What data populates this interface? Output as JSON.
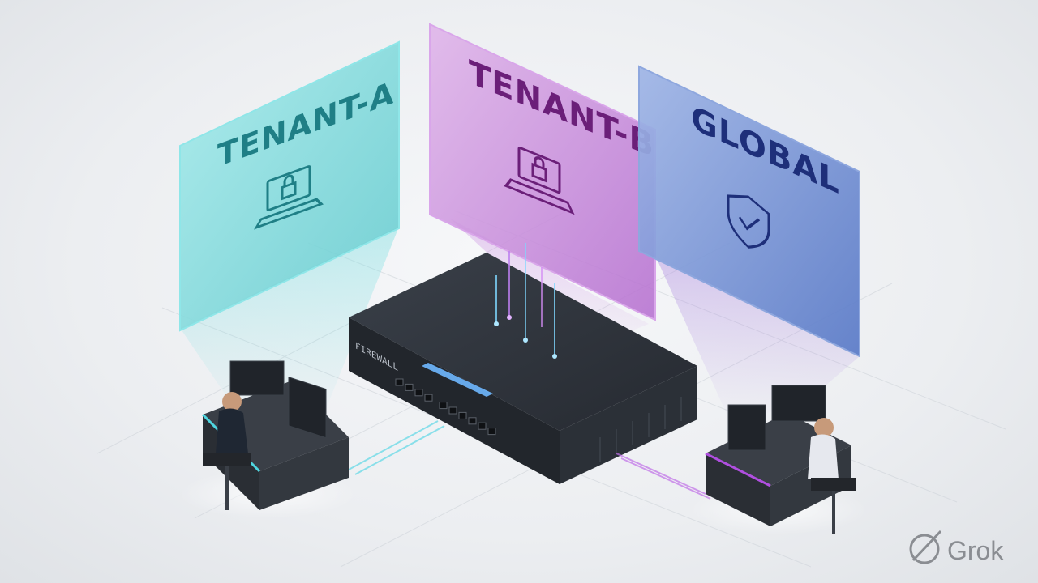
{
  "panels": [
    {
      "id": "tenant-a",
      "title": "TENANT-A",
      "icon": "laptop-lock-icon",
      "color": "#7fd8d9",
      "text_color": "#1f7f86"
    },
    {
      "id": "tenant-b",
      "title": "TENANT-B",
      "icon": "laptop-lock-icon",
      "color": "#c489d6",
      "text_color": "#6b1f79"
    },
    {
      "id": "global",
      "title": "GLOBAL",
      "icon": "shield-check-icon",
      "color": "#6f8fd0",
      "text_color": "#1e2f7a"
    }
  ],
  "device": {
    "label": "FIREWALL",
    "port_count": 10,
    "body_color": "#2f343c",
    "accent_glow": "#4fa3ff"
  },
  "operators": [
    {
      "side": "left",
      "icon": "person-at-workstation-icon",
      "desk_glow": "#4fd6e0"
    },
    {
      "side": "right",
      "icon": "person-at-workstation-icon",
      "desk_glow": "#b04fe0"
    }
  ],
  "watermark": {
    "text": "Grok",
    "icon": "grok-logo-icon"
  }
}
